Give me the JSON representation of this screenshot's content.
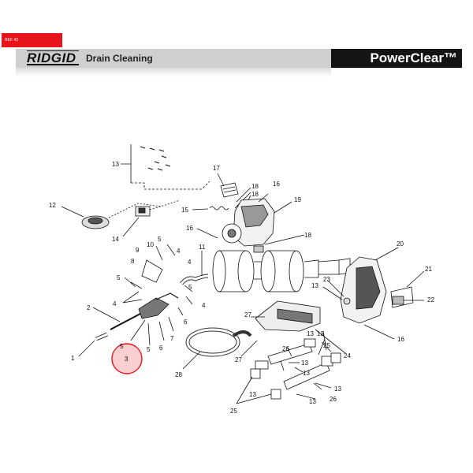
{
  "ref_tag": "REF 43",
  "header": {
    "brand": "RIDGID",
    "section": "Drain Cleaning",
    "product": "PowerClear™"
  },
  "highlight_label": "3",
  "labels": {
    "l1": "1",
    "l2": "2",
    "l3": "3",
    "l4a": "4",
    "l4b": "4",
    "l4c": "4",
    "l4d": "4",
    "l5a": "5",
    "l5b": "5",
    "l5c": "5",
    "l5d": "5",
    "l5e": "5",
    "l6a": "6",
    "l6b": "6",
    "l7": "7",
    "l8": "8",
    "l9": "9",
    "l10": "10",
    "l11": "11",
    "l12": "12",
    "l13a": "13",
    "l13b": "13",
    "l13c": "13",
    "l13d": "13",
    "l13e": "13",
    "l13f": "13",
    "l13g": "13",
    "l14": "14",
    "l15": "15",
    "l16a": "16",
    "l16b": "16",
    "l16c": "16",
    "l17": "17",
    "l18a": "18",
    "l18b": "18",
    "l18c": "18",
    "l19": "19",
    "l20": "20",
    "l21": "21",
    "l22": "22",
    "l23": "23",
    "l24": "24",
    "l25a": "25",
    "l25b": "25",
    "l26a": "26",
    "l26b": "26",
    "l27a": "27",
    "l27b": "27",
    "l28": "28"
  },
  "colors": {
    "header_gray": "#cfcfcf",
    "header_dark": "#141414",
    "ref_red": "#e8141b",
    "highlight_fill": "#f4a7ad",
    "highlight_stroke": "#e8141b"
  }
}
